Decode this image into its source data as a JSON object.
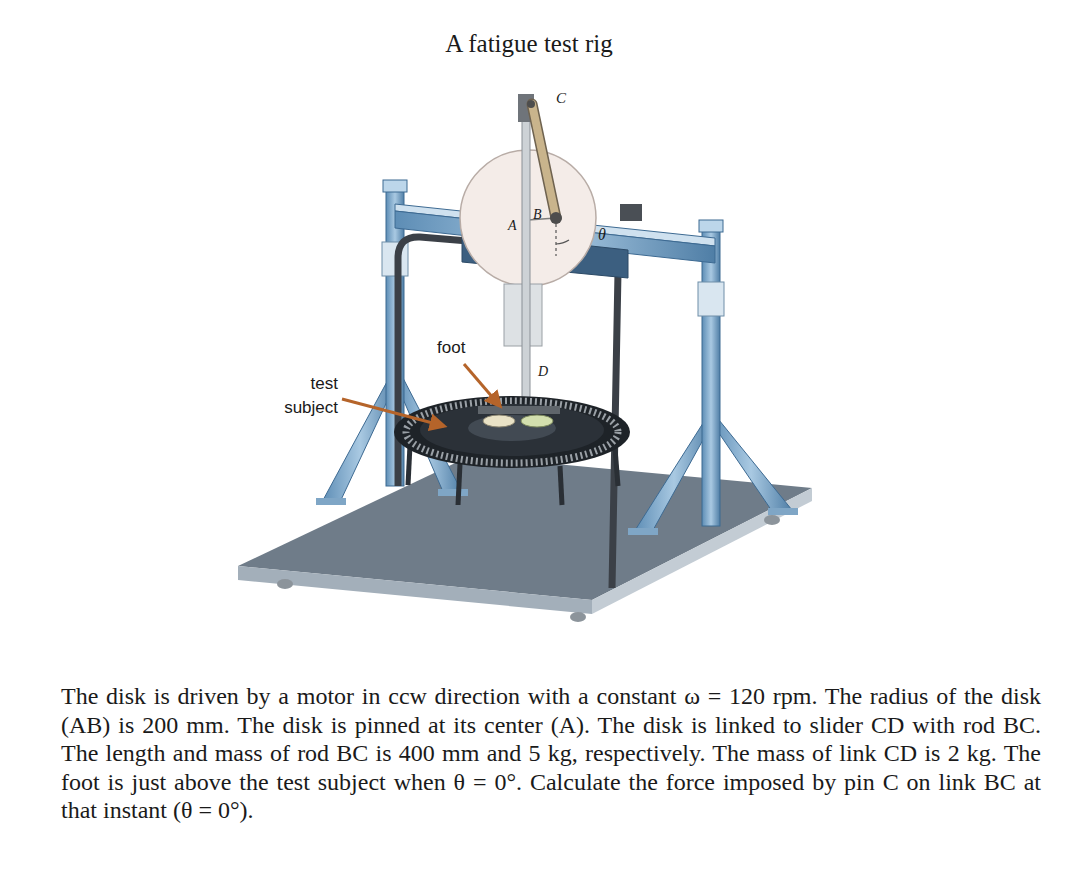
{
  "diagram": {
    "title": "A fatigue test rig",
    "caption": "The disk is driven by a motor in ccw direction with a constant ω = 120 rpm. The radius of the disk (AB) is 200 mm. The disk is pinned at its center (A). The disk is linked to slider CD with rod BC. The length and mass of rod BC is 400 mm and 5 kg, respectively. The mass of link CD is 2 kg. The foot is just above the test subject when θ = 0°. Calculate the force imposed by pin C on link BC at that instant (θ = 0°).",
    "labels": [
      "C",
      "B",
      "A",
      "θ",
      "foot",
      "D",
      "test subject"
    ]
  }
}
